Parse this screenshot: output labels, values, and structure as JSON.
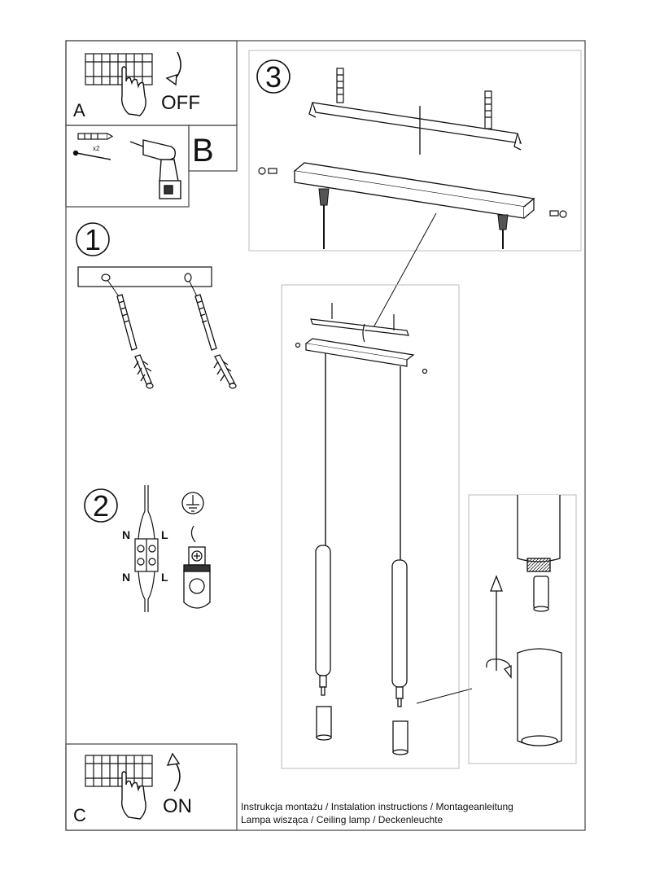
{
  "steps": {
    "A": {
      "letter": "A",
      "word": "OFF"
    },
    "B": {
      "letter": "B",
      "count": "x2"
    },
    "C": {
      "letter": "C",
      "word": "ON"
    },
    "s1": {
      "number": "1"
    },
    "s2": {
      "number": "2",
      "N": "N",
      "L": "L"
    },
    "s3": {
      "number": "3"
    }
  },
  "footer": {
    "line1": "Instrukcja montażu / Instalation instructions / Montageanleitung",
    "line2": "Lampa wisząca / Ceiling lamp / Deckenleuchte"
  },
  "colors": {
    "ink": "#111111",
    "frame": "#444444",
    "light": "#bbbbbb"
  }
}
